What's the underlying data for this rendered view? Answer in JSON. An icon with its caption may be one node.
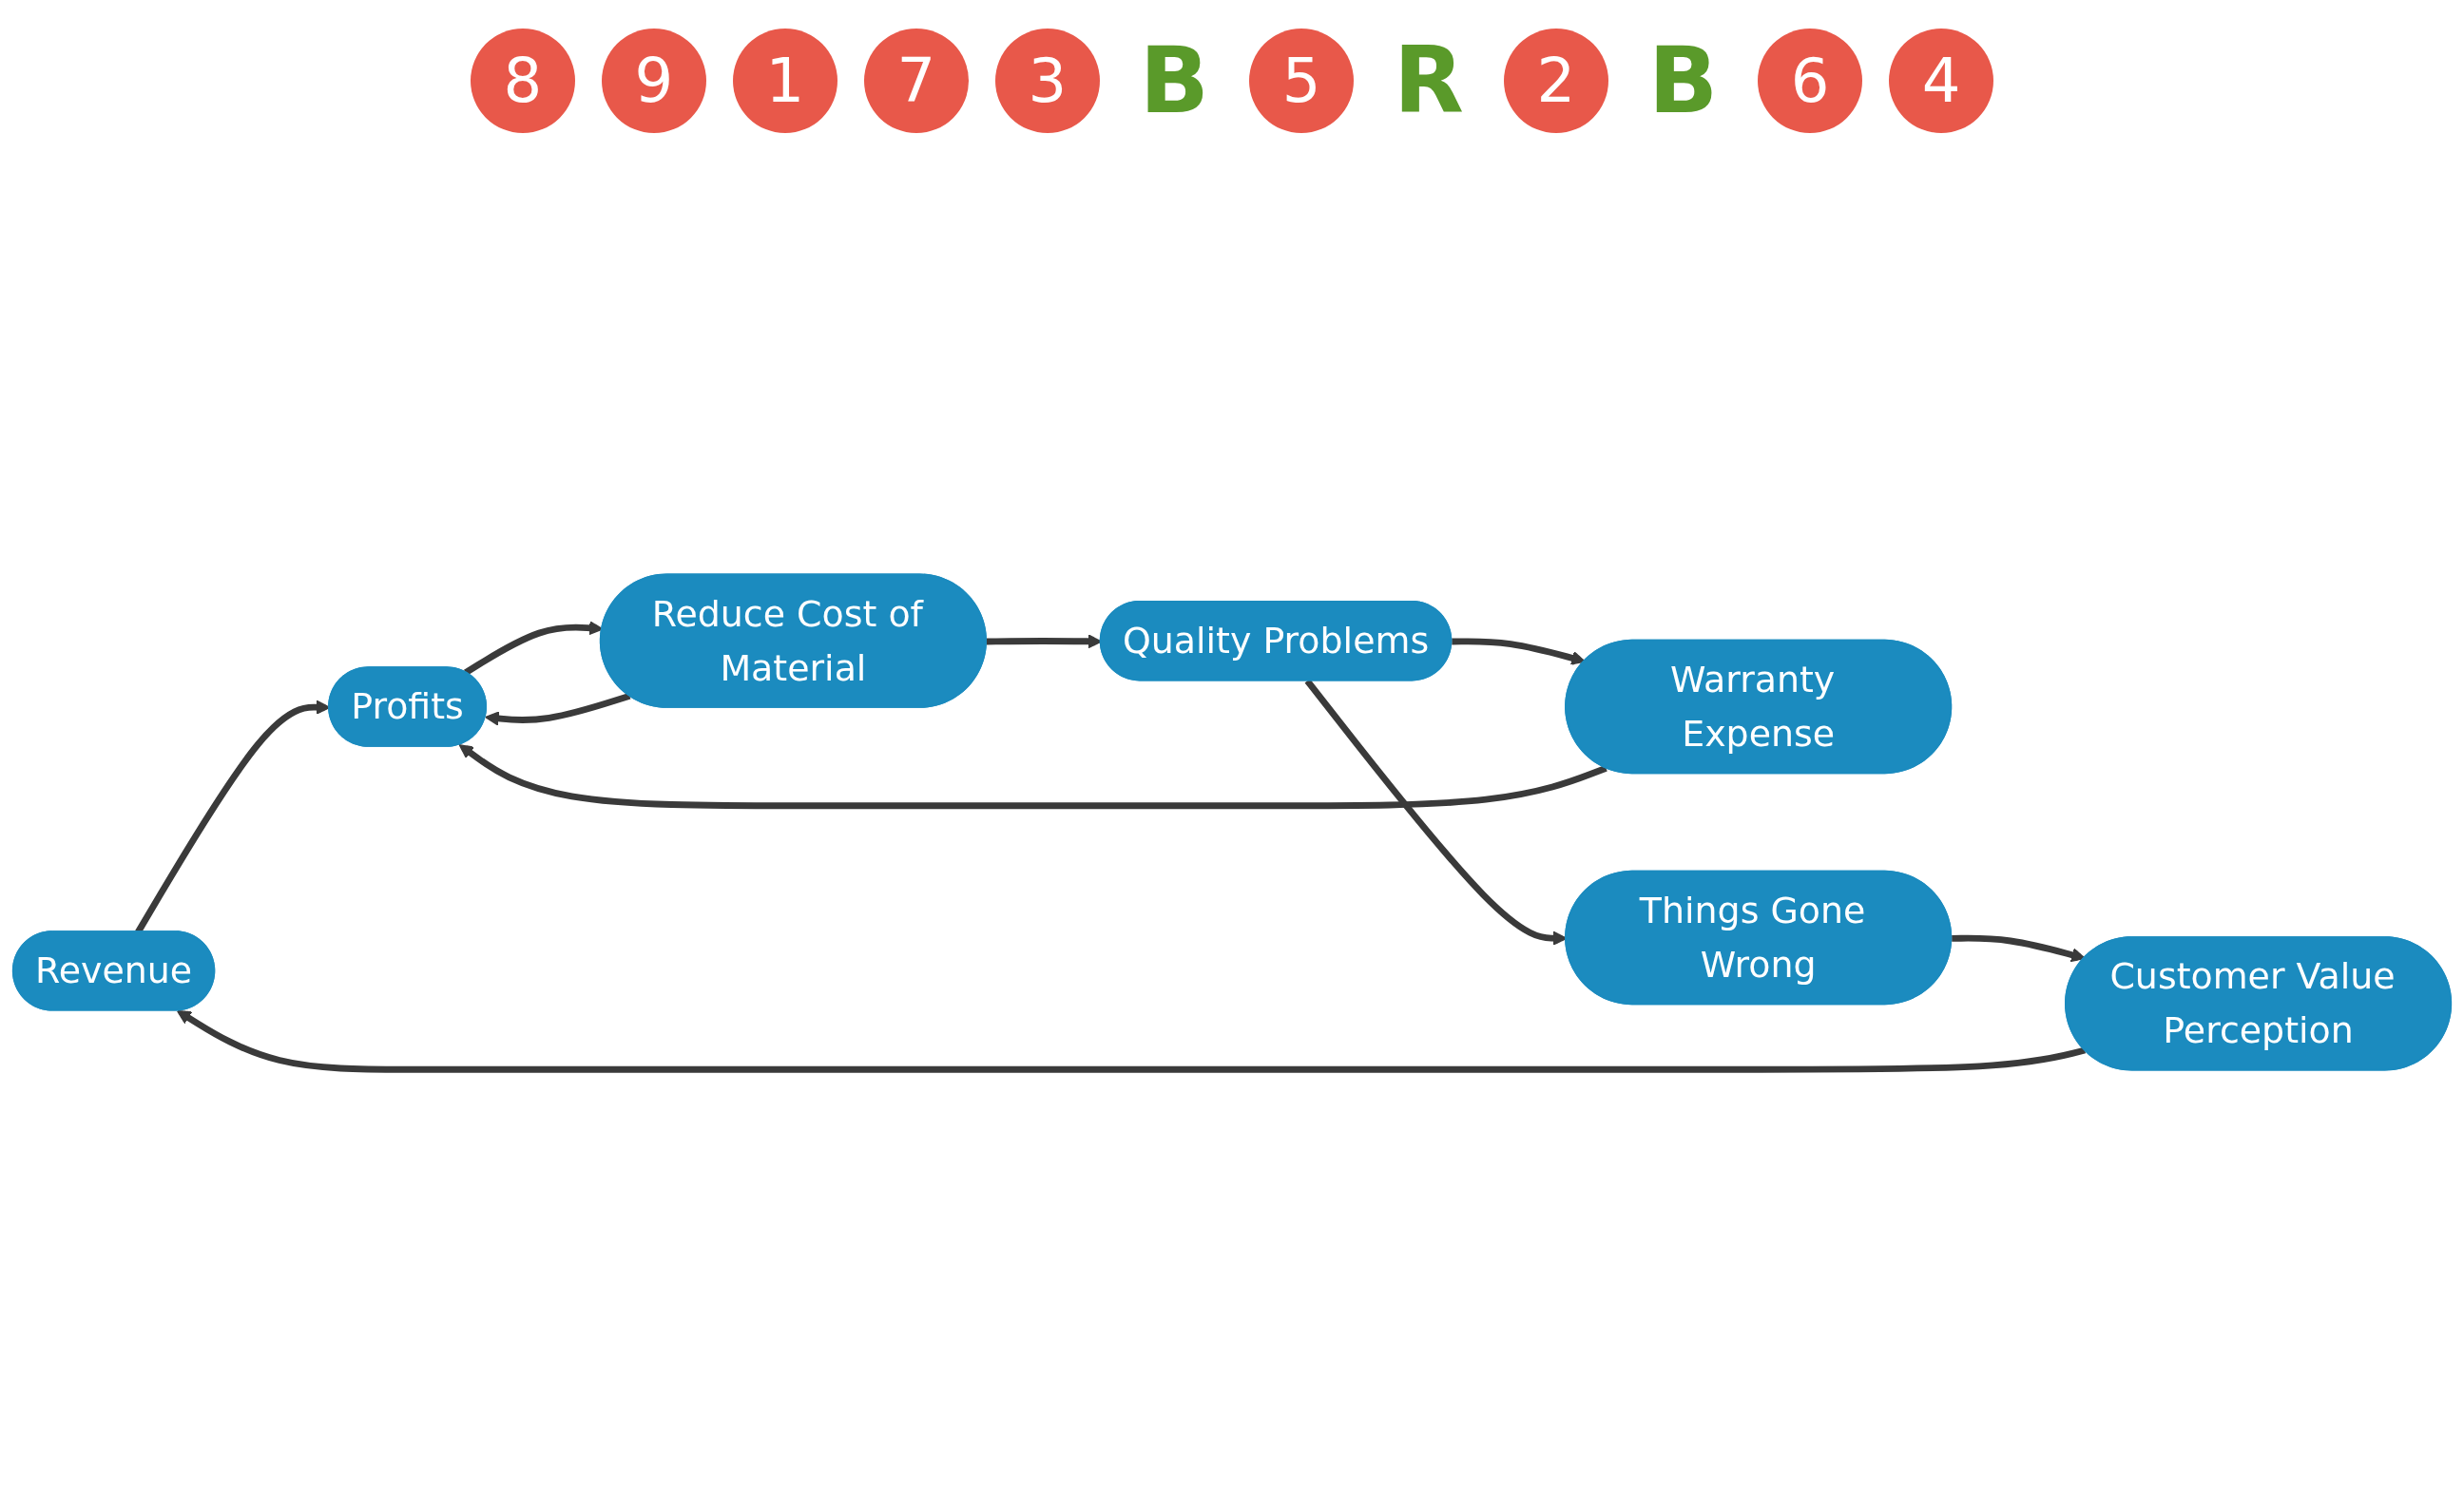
{
  "diagram": {
    "nodes": [
      {
        "text": [
          "Revenue"
        ]
      },
      {
        "text": [
          "Profits"
        ]
      },
      {
        "text": [
          "Customer Value Perception"
        ]
      },
      {
        "text": [
          "Warranty Expense"
        ]
      },
      {
        "text": [
          "Reduce Cost of Material"
        ]
      },
      {
        "text": [
          "Things Gone Wrong"
        ]
      },
      {
        "text": [
          "Quality Problems"
        ]
      }
    ],
    "edges": [
      {
        "from": 0,
        "to": 1,
        "arrow": "to"
      },
      {
        "from": 1,
        "to": 4,
        "arrow": "to"
      },
      {
        "from": 4,
        "to": 1,
        "arrow": "to"
      },
      {
        "from": 4,
        "to": 6,
        "arrow": "to"
      },
      {
        "from": 6,
        "to": 3,
        "arrow": "to"
      },
      {
        "from": 3,
        "to": 1,
        "arrow": "to"
      },
      {
        "from": 6,
        "to": 5,
        "arrow": "to"
      },
      {
        "from": 5,
        "to": 2,
        "arrow": "to"
      },
      {
        "from": 2,
        "to": 0,
        "arrow": "to"
      }
    ],
    "labels": [
      "8",
      "9",
      "1",
      "7",
      "3",
      "B",
      "5",
      "R",
      "2",
      "B",
      "6",
      "4"
    ]
  }
}
